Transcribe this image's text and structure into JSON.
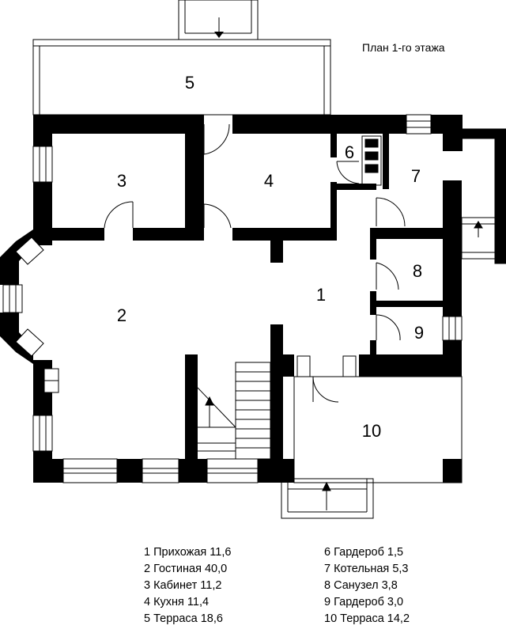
{
  "title": "План 1-го этажа",
  "rooms": [
    {
      "num": "1",
      "name": "Прихожая",
      "area": "11,6"
    },
    {
      "num": "2",
      "name": "Гостиная",
      "area": "40,0"
    },
    {
      "num": "3",
      "name": "Кабинет",
      "area": "11,2"
    },
    {
      "num": "4",
      "name": "Кухня",
      "area": "11,4"
    },
    {
      "num": "5",
      "name": "Терраса",
      "area": "18,6"
    },
    {
      "num": "6",
      "name": "Гардероб",
      "area": "1,5"
    },
    {
      "num": "7",
      "name": "Котельная",
      "area": "5,3"
    },
    {
      "num": "8",
      "name": "Санузел",
      "area": "3,8"
    },
    {
      "num": "9",
      "name": "Гардероб",
      "area": "3,0"
    },
    {
      "num": "10",
      "name": "Терраса",
      "area": "14,2"
    }
  ],
  "legend": [
    "1 Прихожая 11,6",
    "2 Гостиная 40,0",
    "3 Кабинет 11,2",
    "4 Кухня 11,4",
    "5 Терраса 18,6",
    "6 Гардероб 1,5",
    "7 Котельная 5,3",
    "8 Санузел 3,8",
    "9 Гардероб 3,0",
    "10 Терраса 14,2"
  ],
  "colors": {
    "wall": "#000000",
    "background": "#ffffff"
  }
}
